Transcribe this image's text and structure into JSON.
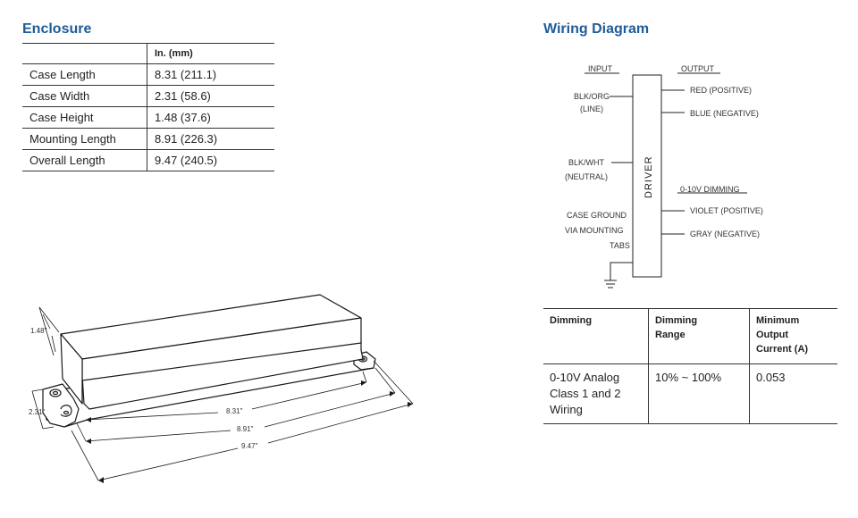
{
  "enclosure": {
    "title": "Enclosure",
    "unit_header": "In. (mm)",
    "rows": [
      {
        "label": "Case Length",
        "value": "8.31 (211.1)"
      },
      {
        "label": "Case Width",
        "value": "2.31 (58.6)"
      },
      {
        "label": "Case Height",
        "value": "1.48 (37.6)"
      },
      {
        "label": "Mounting Length",
        "value": "8.91 (226.3)"
      },
      {
        "label": "Overall Length",
        "value": "9.47 (240.5)"
      }
    ]
  },
  "drawing": {
    "height_label": "1.48\"",
    "width_label": "2.31\"",
    "case_length_label": "8.31\"",
    "mounting_length_label": "8.91\"",
    "overall_length_label": "9.47\""
  },
  "wiring": {
    "title": "Wiring Diagram",
    "input_label": "INPUT",
    "output_label": "OUTPUT",
    "driver_label": "DRIVER",
    "line_1": "BLK/ORG",
    "line_2": "(LINE)",
    "neutral_1": "BLK/WHT",
    "neutral_2": "(NEUTRAL)",
    "ground_1": "CASE GROUND",
    "ground_2": "VIA MOUNTING",
    "ground_3": "TABS",
    "red": "RED (POSITIVE)",
    "blue": "BLUE (NEGATIVE)",
    "dimming_label": "0-10V DIMMING",
    "violet": "VIOLET (POSITIVE)",
    "gray": "GRAY (NEGATIVE)"
  },
  "dimming_table": {
    "headers": {
      "col1": "Dimming",
      "col2_l1": "Dimming",
      "col2_l2": "Range",
      "col3_l1": "Minimum",
      "col3_l2": "Output",
      "col3_l3": "Current (A)"
    },
    "row": {
      "type_l1": "0-10V Analog",
      "type_l2": "Class 1 and 2",
      "type_l3": "Wiring",
      "range": "10% ~ 100%",
      "current": "0.053"
    }
  }
}
